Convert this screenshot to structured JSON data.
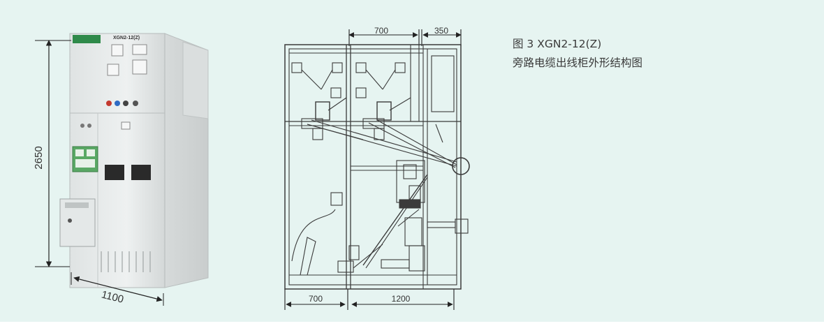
{
  "photo": {
    "model_plate": "XGN2-12(Z)",
    "height_label": "2650",
    "depth_label": "1100"
  },
  "drawing": {
    "top_dims": [
      "700",
      "350"
    ],
    "bottom_dims": [
      "700",
      "1200"
    ]
  },
  "caption": {
    "line1": "图 3 XGN2-12(Z)",
    "line2": "旁路电缆出线柜外形结构图"
  },
  "colors": {
    "background": "#e6f4f1",
    "cabinet_body": "#e9ecec",
    "logo_green": "#2f8a4a",
    "panel_green": "#5aa865",
    "drawing_line": "#3b3b3b"
  }
}
